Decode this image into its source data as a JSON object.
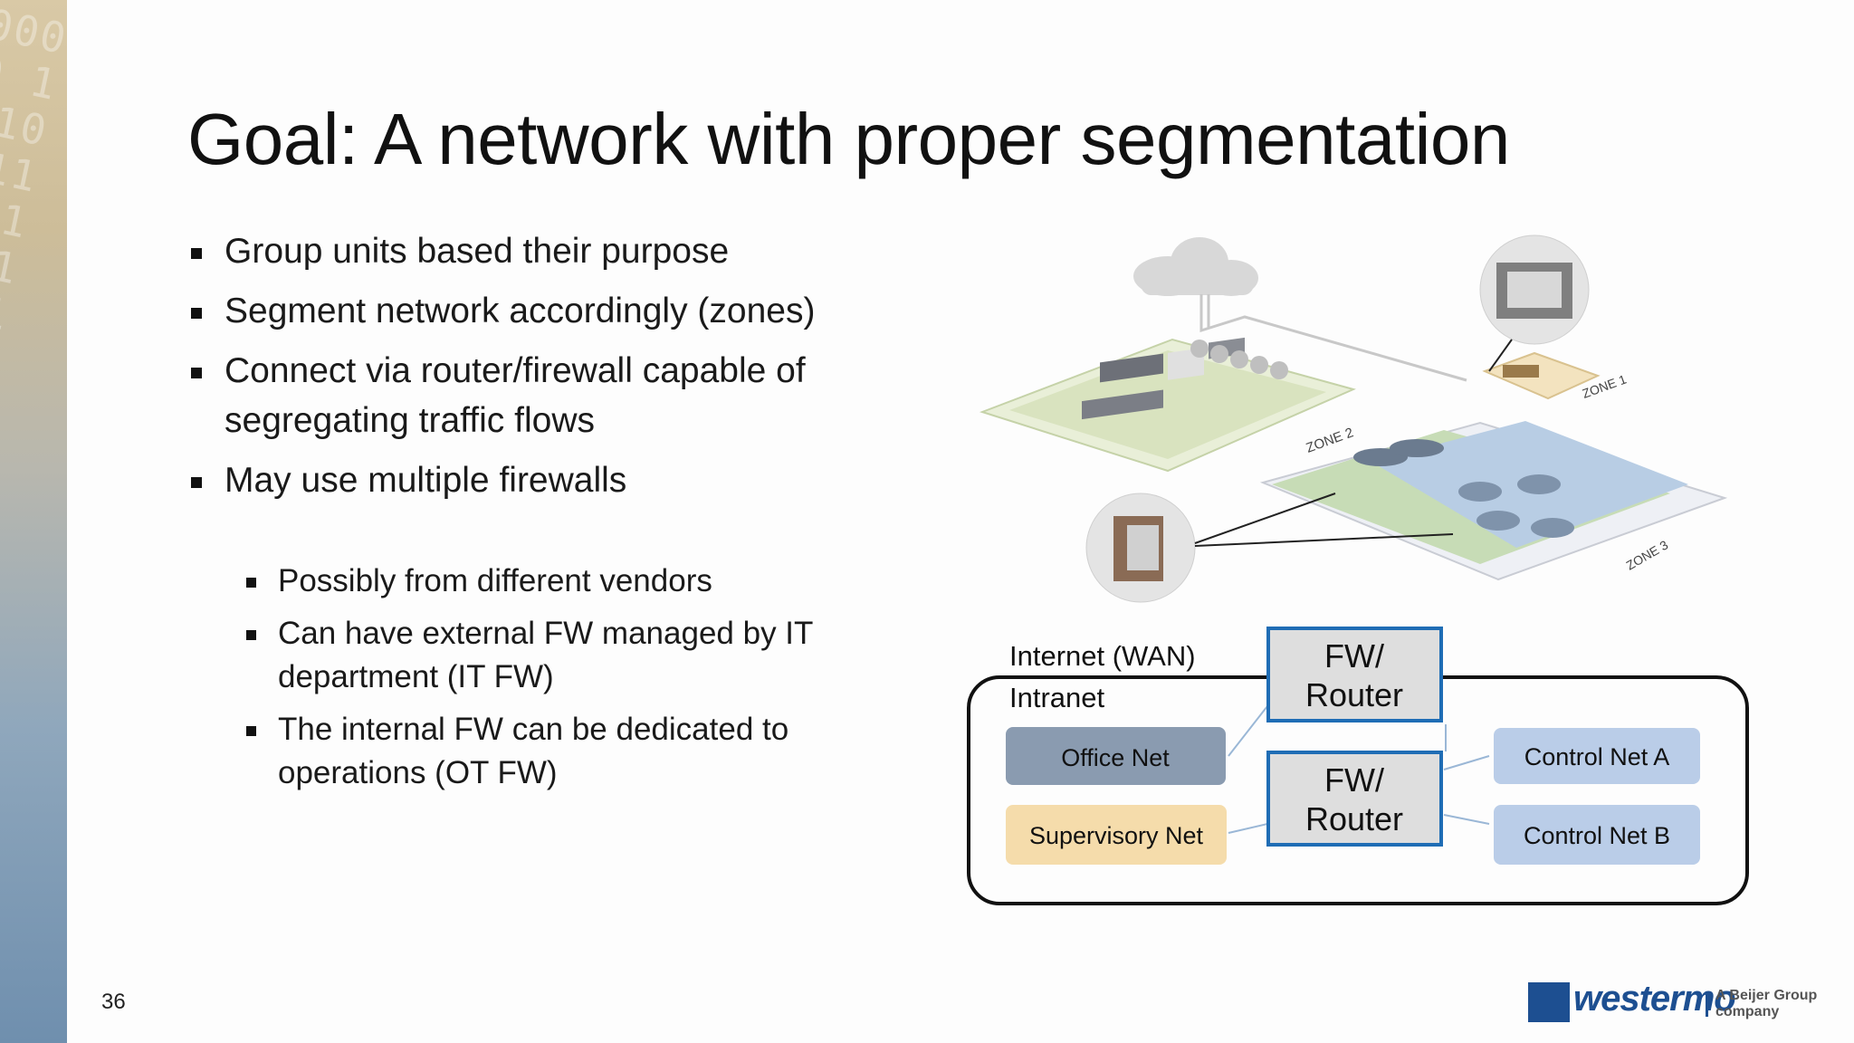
{
  "slide": {
    "title": "Goal: A network with proper segmentation",
    "number": "36"
  },
  "bullets": [
    {
      "text": "Group units based their purpose"
    },
    {
      "text": "Segment network accordingly (zones)"
    },
    {
      "text": "Connect via router/firewall capable of segregating traffic flows"
    },
    {
      "text": "May use multiple firewalls"
    }
  ],
  "sub_bullets": [
    {
      "text": "Possibly from different vendors"
    },
    {
      "text": "Can have external FW managed by IT department (IT FW)"
    },
    {
      "text": "The internal FW can be dedicated to operations (OT FW)"
    }
  ],
  "zone_diagram": {
    "zone1": "ZONE 1",
    "zone2": "ZONE 2",
    "zone3": "ZONE 3"
  },
  "network": {
    "internet_label": "Internet (WAN)",
    "intranet_label": "Intranet",
    "fw_top": "FW/\nRouter",
    "fw_top_line1": "FW/",
    "fw_top_line2": "Router",
    "fw_bottom_line1": "FW/",
    "fw_bottom_line2": "Router",
    "office_net": "Office Net",
    "supervisory_net": "Supervisory Net",
    "control_a": "Control Net A",
    "control_b": "Control Net B",
    "colors": {
      "office": "#8a9bb0",
      "supervisory": "#f5dcab",
      "control": "#bacde8",
      "fw_fill": "#dedede",
      "fw_border": "#1f6db5"
    }
  },
  "brand": {
    "name": "westermo",
    "tagline": "A Beijer Group company",
    "color": "#1d4f91"
  }
}
